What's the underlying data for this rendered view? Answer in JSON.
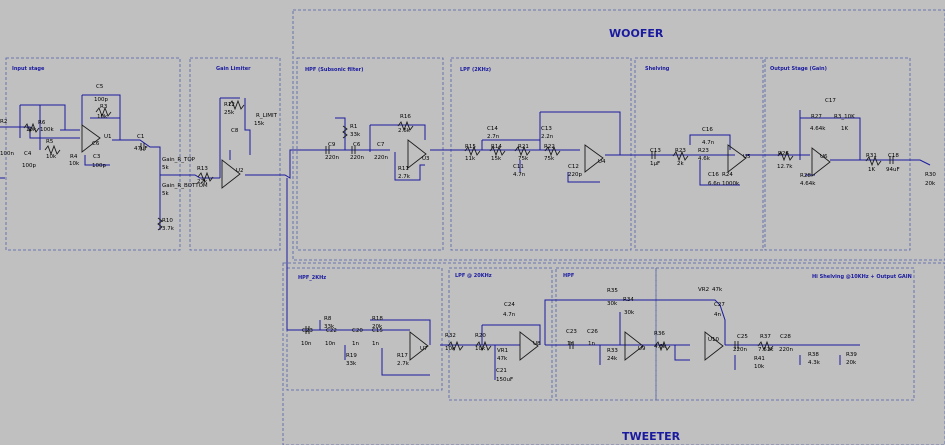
{
  "sections": {
    "woofer": "WOOFER",
    "tweeter": "TWEETER"
  },
  "blocks": {
    "input_stage": "Input stage",
    "gain_limiter": "Gain Limiter",
    "hpf_subsonic": "HPF (Subsonic filter)",
    "lpf_2khz": "LPF (2KHz)",
    "shelving": "Shelving",
    "output_stage": "Output Stage (Gain)",
    "hpf_2khz": "HPF_2KHz",
    "lpf_20khz": "LPF @ 20KHz",
    "hpf": "HPF",
    "hi_shelving": "Hi Shelving @10KHz + Output GAIN"
  },
  "components": [
    {
      "label": "C5"
    },
    {
      "label": "100p"
    },
    {
      "label": "R3"
    },
    {
      "label": "10k"
    },
    {
      "label": "R2"
    },
    {
      "label": "10k"
    },
    {
      "label": "R6"
    },
    {
      "label": "100k"
    },
    {
      "label": "R5"
    },
    {
      "label": "10k"
    },
    {
      "label": "R4"
    },
    {
      "label": "10k"
    },
    {
      "label": "C4"
    },
    {
      "label": "100p"
    },
    {
      "label": "C6"
    },
    {
      "label": "100n"
    },
    {
      "label": "C3"
    },
    {
      "label": "100p"
    },
    {
      "label": "U1"
    },
    {
      "label": "C1"
    },
    {
      "label": "47uF"
    },
    {
      "label": "R12"
    },
    {
      "label": "25k"
    },
    {
      "label": "R_LIMIT"
    },
    {
      "label": "15k"
    },
    {
      "label": "C8"
    },
    {
      "label": "Gain_R_TOP"
    },
    {
      "label": "5k"
    },
    {
      "label": "R13"
    },
    {
      "label": "22k"
    },
    {
      "label": "Gain_R_BOTTOM"
    },
    {
      "label": "5k"
    },
    {
      "label": "U2"
    },
    {
      "label": "R10"
    },
    {
      "label": "3.7k"
    },
    {
      "label": "R1"
    },
    {
      "label": "33k"
    },
    {
      "label": "R16"
    },
    {
      "label": "2.6k"
    },
    {
      "label": "C9"
    },
    {
      "label": "220n"
    },
    {
      "label": "C6"
    },
    {
      "label": "220n"
    },
    {
      "label": "C7"
    },
    {
      "label": "220n"
    },
    {
      "label": "U3"
    },
    {
      "label": "R11"
    },
    {
      "label": "2.7k"
    },
    {
      "label": "C14"
    },
    {
      "label": "2.7n"
    },
    {
      "label": "C13"
    },
    {
      "label": "2.2n"
    },
    {
      "label": "R15"
    },
    {
      "label": "11k"
    },
    {
      "label": "R14"
    },
    {
      "label": "15k"
    },
    {
      "label": "R21"
    },
    {
      "label": "75k"
    },
    {
      "label": "R22"
    },
    {
      "label": "75k"
    },
    {
      "label": "C11"
    },
    {
      "label": "4.7n"
    },
    {
      "label": "C12"
    },
    {
      "label": "220p"
    },
    {
      "label": "U4"
    },
    {
      "label": "C13"
    },
    {
      "label": "1µF"
    },
    {
      "label": "R23"
    },
    {
      "label": "2k"
    },
    {
      "label": "C16"
    },
    {
      "label": "4.7n"
    },
    {
      "label": "R23"
    },
    {
      "label": "4.6k"
    },
    {
      "label": "C16"
    },
    {
      "label": "6.6n"
    },
    {
      "label": "R24"
    },
    {
      "label": "1000k"
    },
    {
      "label": "U5"
    },
    {
      "label": "C17"
    },
    {
      "label": "R27"
    },
    {
      "label": "4.64k"
    },
    {
      "label": "R3_10K"
    },
    {
      "label": "1K"
    },
    {
      "label": "R26"
    },
    {
      "label": "12.7k"
    },
    {
      "label": "U6"
    },
    {
      "label": "R28"
    },
    {
      "label": "4.64k"
    },
    {
      "label": "R31"
    },
    {
      "label": "1K"
    },
    {
      "label": "C18"
    },
    {
      "label": "94uF"
    },
    {
      "label": "R30"
    },
    {
      "label": "20k"
    },
    {
      "label": "R8"
    },
    {
      "label": "33k"
    },
    {
      "label": "R18"
    },
    {
      "label": "20k"
    },
    {
      "label": "C23"
    },
    {
      "label": "10n"
    },
    {
      "label": "C22"
    },
    {
      "label": "10n"
    },
    {
      "label": "C20"
    },
    {
      "label": "1n"
    },
    {
      "label": "C15"
    },
    {
      "label": "1n"
    },
    {
      "label": "R19"
    },
    {
      "label": "33k"
    },
    {
      "label": "R17"
    },
    {
      "label": "2.7k"
    },
    {
      "label": "U7"
    },
    {
      "label": "R32"
    },
    {
      "label": "10k"
    },
    {
      "label": "R20"
    },
    {
      "label": "10k"
    },
    {
      "label": "VR1"
    },
    {
      "label": "47k"
    },
    {
      "label": "C21"
    },
    {
      "label": "150uF"
    },
    {
      "label": "C24"
    },
    {
      "label": "4.7n"
    },
    {
      "label": "U8"
    },
    {
      "label": "R35"
    },
    {
      "label": "30k"
    },
    {
      "label": "R34"
    },
    {
      "label": "30k"
    },
    {
      "label": "C23"
    },
    {
      "label": "1n"
    },
    {
      "label": "C26"
    },
    {
      "label": "1n"
    },
    {
      "label": "R33"
    },
    {
      "label": "24k"
    },
    {
      "label": "U9"
    },
    {
      "label": "R36"
    },
    {
      "label": "4.6k"
    },
    {
      "label": "VR2"
    },
    {
      "label": "47k"
    },
    {
      "label": "C27"
    },
    {
      "label": "4n"
    },
    {
      "label": "U10"
    },
    {
      "label": "C25"
    },
    {
      "label": "220n"
    },
    {
      "label": "R41"
    },
    {
      "label": "10k"
    },
    {
      "label": "R37"
    },
    {
      "label": "7.61k"
    },
    {
      "label": "C28"
    },
    {
      "label": "220n"
    },
    {
      "label": "R38"
    },
    {
      "label": "4.3k"
    },
    {
      "label": "R39"
    },
    {
      "label": "20k"
    }
  ]
}
